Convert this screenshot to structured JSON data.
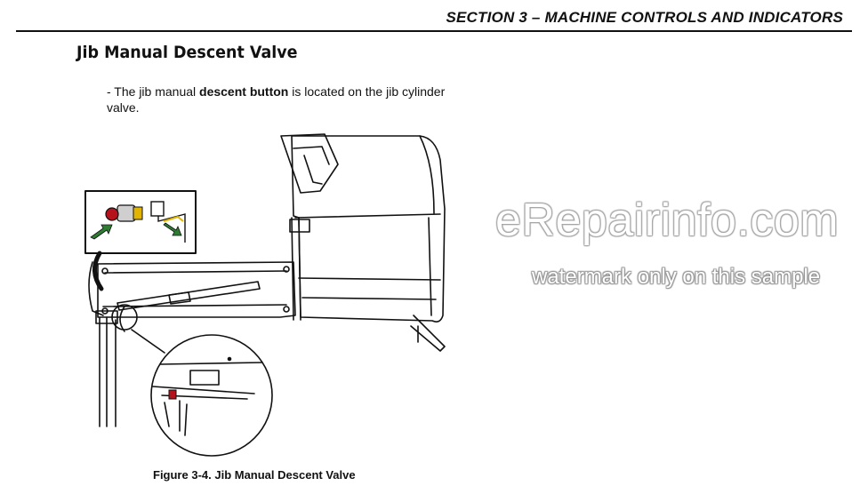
{
  "header": {
    "section_title": "SECTION 3 – MACHINE CONTROLS AND INDICATORS"
  },
  "page": {
    "title": "Jib Manual Descent Valve",
    "text_prefix": "- The jib manual ",
    "text_bold": "descent button",
    "text_suffix": " is located on the jib cylinder valve."
  },
  "figure": {
    "caption": "Figure 3-4. Jib Manual Descent Valve"
  },
  "watermark": {
    "main": "eRepairinfo.com",
    "sub": "watermark only on this sample"
  },
  "colors": {
    "arrow_green": "#2e7d32",
    "button_red": "#b5121b",
    "valve_yellow": "#e0b400"
  }
}
